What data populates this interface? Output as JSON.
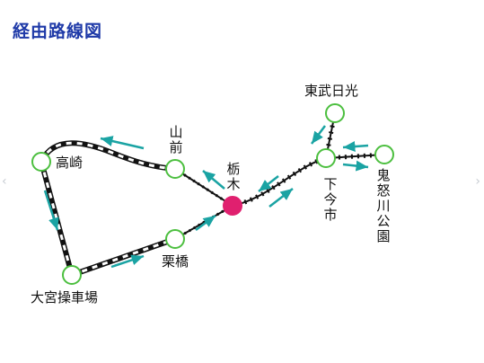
{
  "title": "経由路線図",
  "nav": {
    "prev_icon": "‹",
    "next_icon": "›"
  },
  "colors": {
    "title": "#1f3aa8",
    "station_fill": "#ffffff",
    "station_stroke": "#4cbf3f",
    "hub": "#e0206f",
    "arrow": "#1aa3a3",
    "track": "#111111"
  },
  "stations": {
    "takasaki": "高崎",
    "omiya": "大宮操車場",
    "kuribashi": "栗橋",
    "yamamae": "山前",
    "tochigi": "栃木",
    "shimoimaichi": "下今市",
    "tobunikko": "東武日光",
    "kinugawakoen": "鬼怒川公園"
  }
}
